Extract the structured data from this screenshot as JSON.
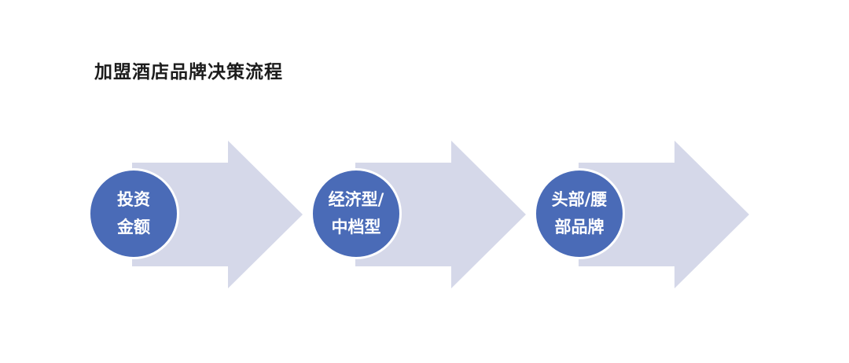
{
  "title": "加盟酒店品牌决策流程",
  "diagram": {
    "type": "process-flow",
    "direction": "left-to-right",
    "steps": [
      {
        "label": "投资金额",
        "line1": "投资",
        "line2": "金额"
      },
      {
        "label": "经济型/中档型",
        "line1": "经济型/",
        "line2": "中档型"
      },
      {
        "label": "头部/腰部品牌",
        "line1": "头部/腰",
        "line2": "部品牌"
      }
    ]
  },
  "colors": {
    "background": "#ffffff",
    "title_text": "#1c1c1c",
    "arrow_fill": "#d5d8e9",
    "circle_fill": "#4a6bb7",
    "circle_ring": "#ffffff",
    "circle_text": "#ffffff"
  }
}
